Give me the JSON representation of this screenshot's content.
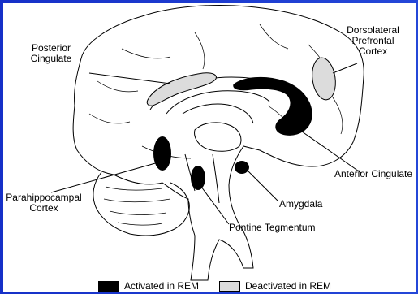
{
  "labels": {
    "posterior_cingulate": [
      "Posterior",
      "Cingulate"
    ],
    "dorsolateral_prefrontal_cortex": [
      "Dorsolateral",
      "Prefrontal",
      "Cortex"
    ],
    "anterior_cingulate": "Anterior Cingulate",
    "parahippocampal_cortex": [
      "Parahippocampal",
      "Cortex"
    ],
    "amygdala": "Amygdala",
    "pontine_tegmentum": "Pontine Tegmentum"
  },
  "legend": {
    "activated": {
      "label": "Activated in REM",
      "color": "#000000"
    },
    "deactivated": {
      "label": "Deactivated in REM",
      "color": "#dcdcdc"
    }
  },
  "colors": {
    "background": "#1c3fd2",
    "activated": "#000000",
    "deactivated": "#dcdcdc"
  }
}
